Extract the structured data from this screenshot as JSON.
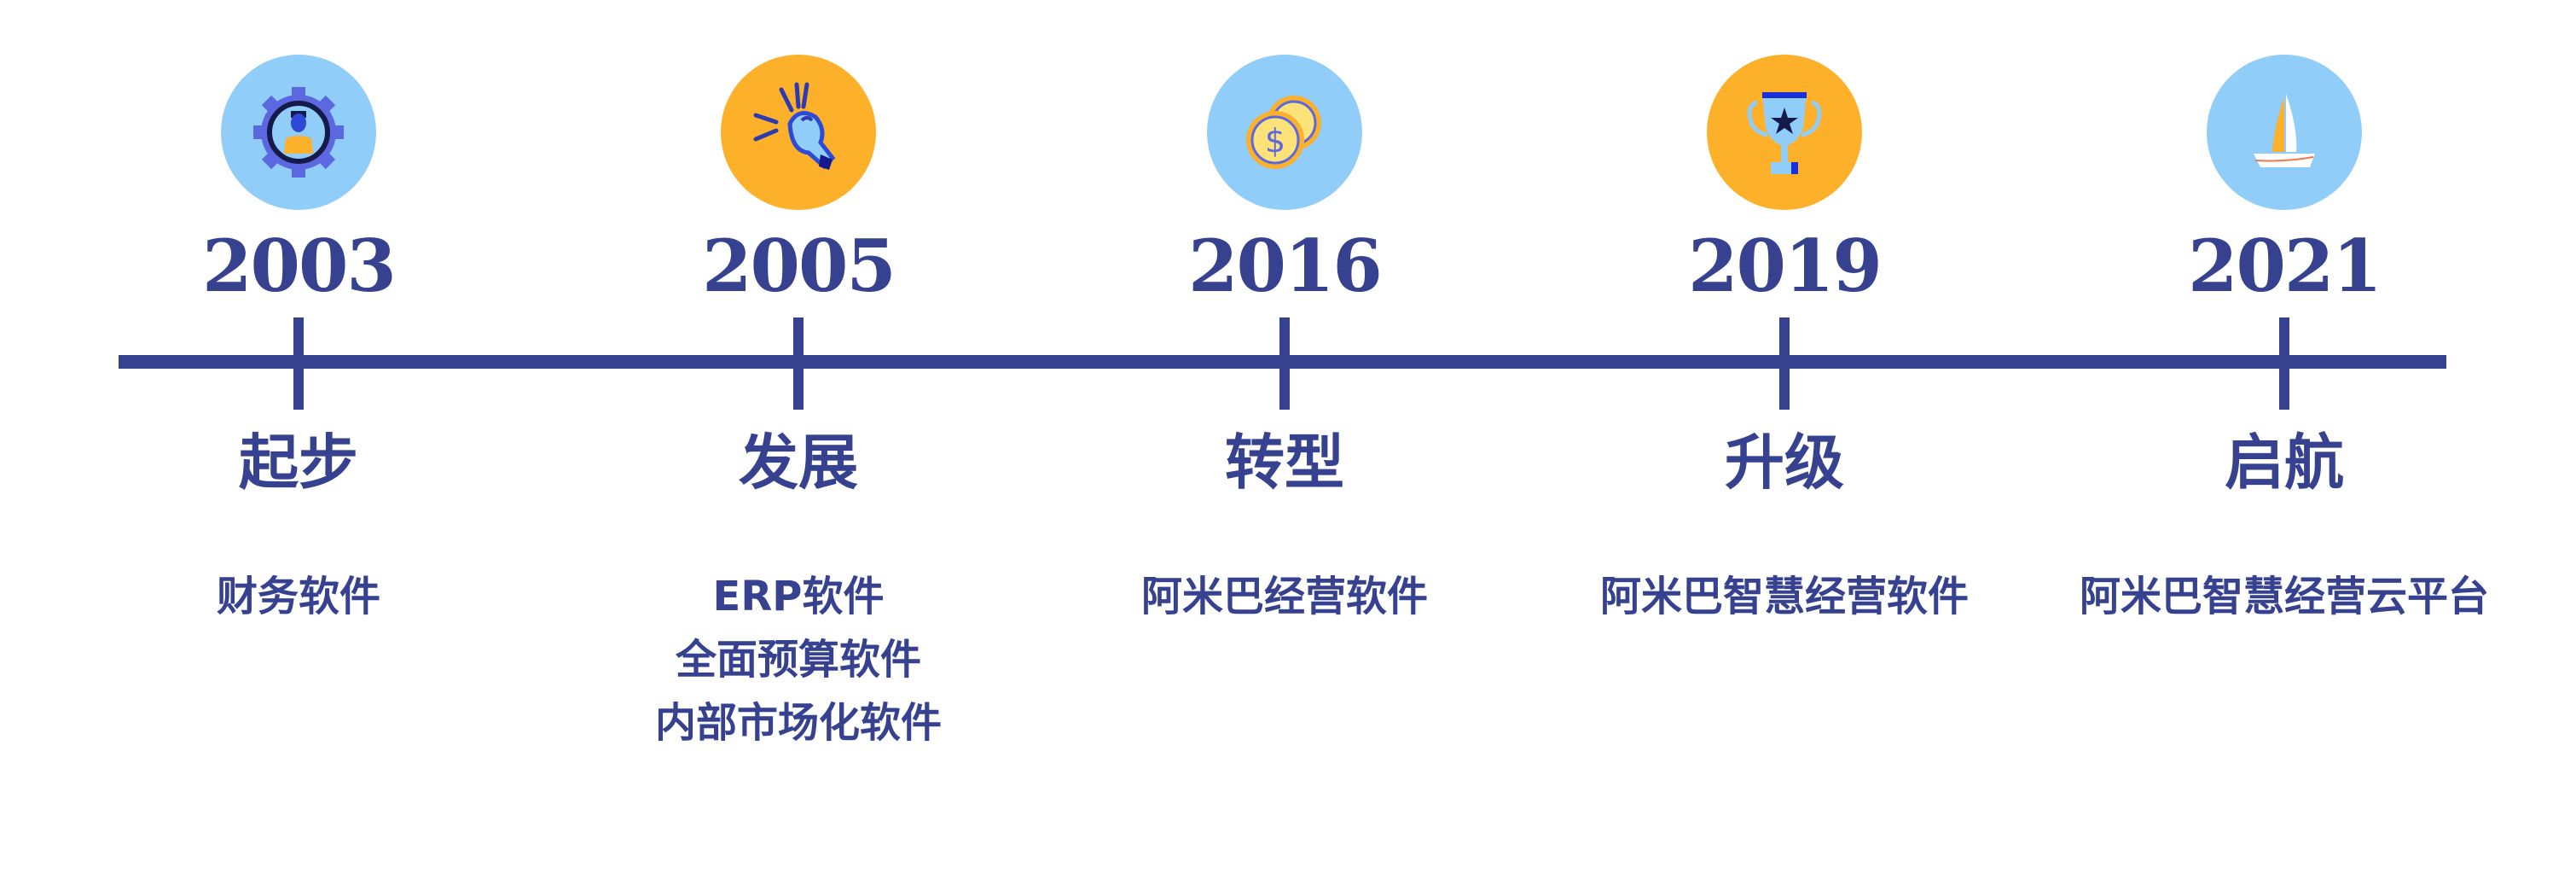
{
  "colors": {
    "navy": "#36418f",
    "light_blue": "#90cdf8",
    "orange": "#fdb02a"
  },
  "milestones": [
    {
      "year": "2003",
      "title": "起步",
      "icon": "gear-person-icon",
      "circle": "light_blue",
      "lines": [
        "财务软件"
      ]
    },
    {
      "year": "2005",
      "title": "发展",
      "icon": "lightbulb-icon",
      "circle": "orange",
      "lines": [
        "ERP软件",
        "全面预算软件",
        "内部市场化软件"
      ]
    },
    {
      "year": "2016",
      "title": "转型",
      "icon": "coins-icon",
      "circle": "light_blue",
      "lines": [
        "阿米巴经营软件"
      ]
    },
    {
      "year": "2019",
      "title": "升级",
      "icon": "trophy-icon",
      "circle": "orange",
      "lines": [
        "阿米巴智慧经营软件"
      ]
    },
    {
      "year": "2021",
      "title": "启航",
      "icon": "sailboat-icon",
      "circle": "light_blue",
      "lines": [
        "阿米巴智慧经营云平台"
      ]
    }
  ]
}
